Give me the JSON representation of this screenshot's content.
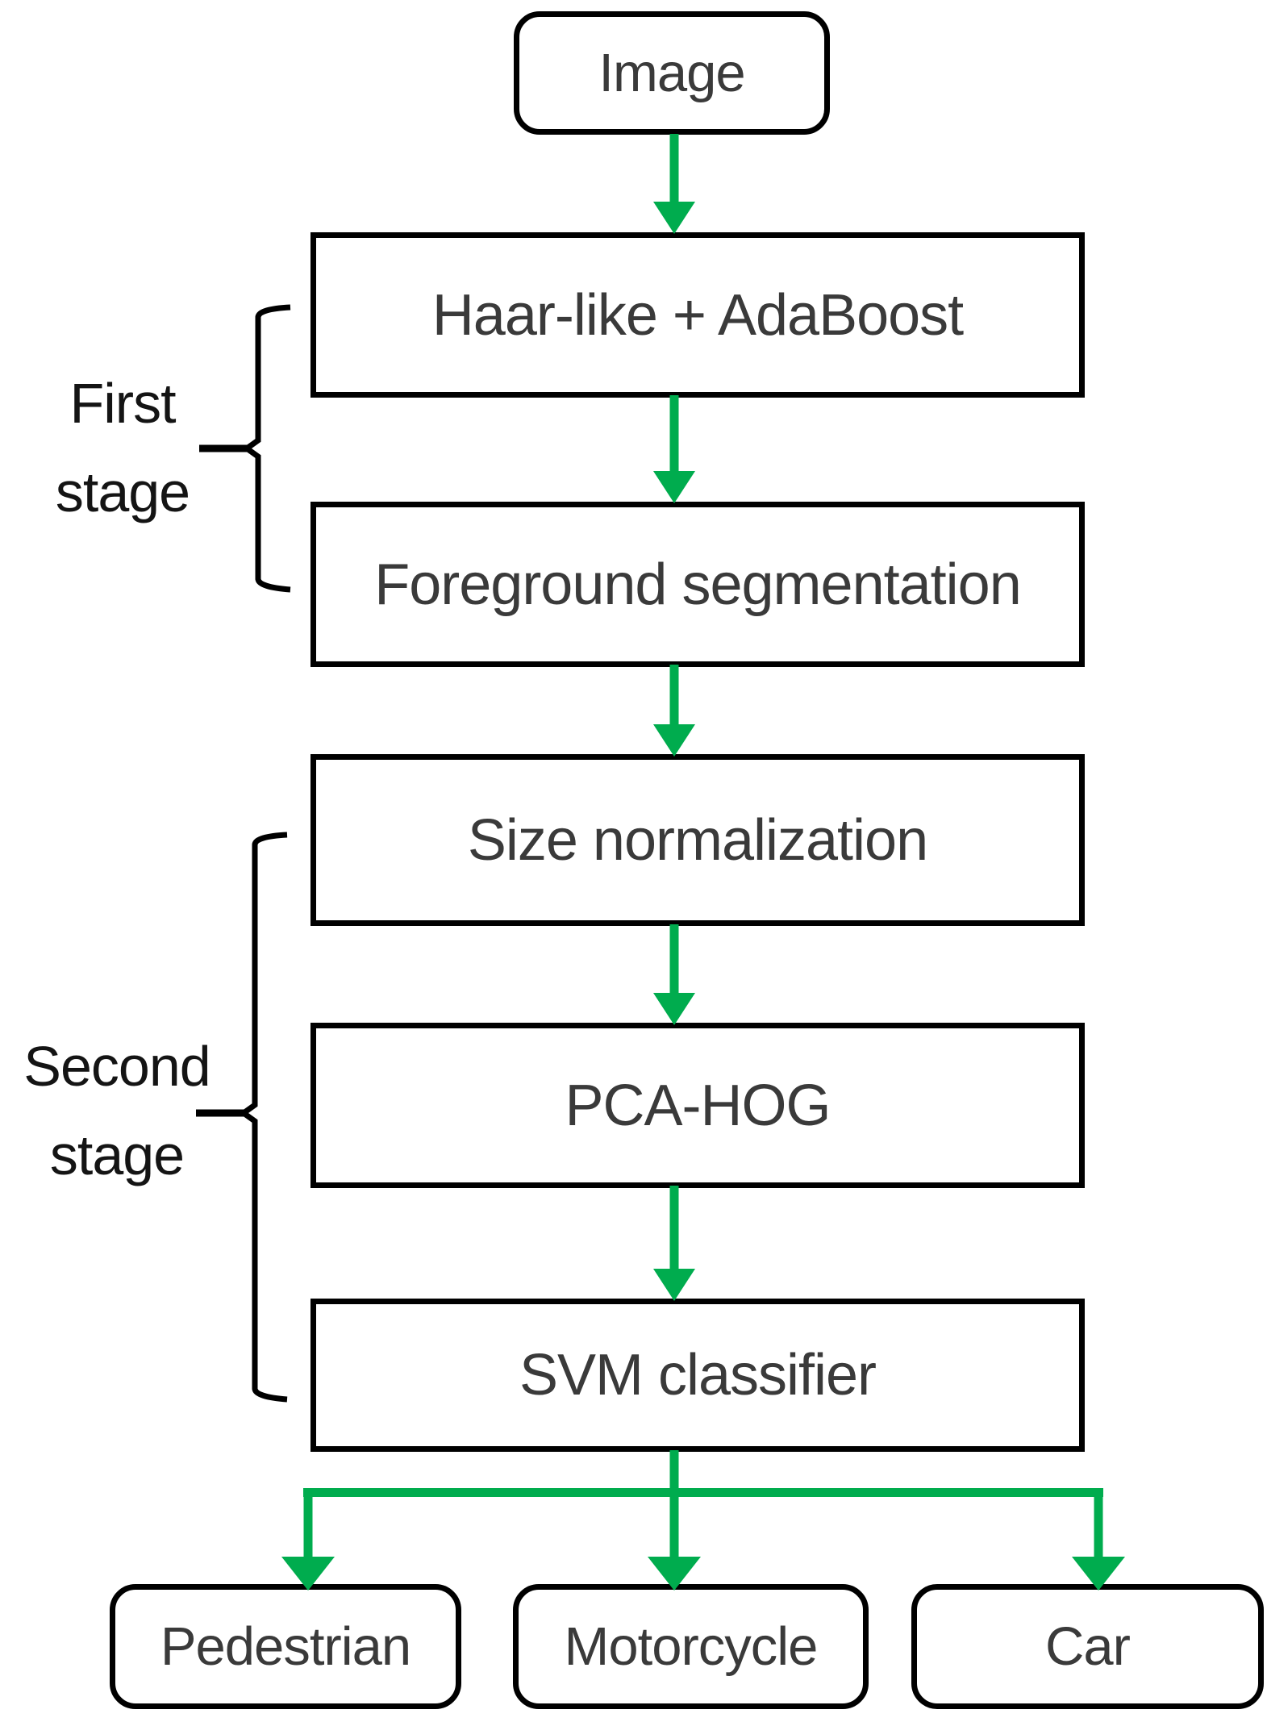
{
  "colors": {
    "arrow_green": "#00AC4E",
    "line_black": "#000000",
    "box_text": "#3a3a3a",
    "stage_text": "#141414"
  },
  "flow": {
    "input": {
      "label": "Image"
    },
    "stages": [
      {
        "label": "First\nstage",
        "steps": [
          "Haar-like + AdaBoost",
          "Foreground segmentation"
        ]
      },
      {
        "label": "Second\nstage",
        "steps": [
          "Size normalization",
          "PCA-HOG",
          "SVM classifier"
        ]
      }
    ],
    "outputs": [
      "Pedestrian",
      "Motorcycle",
      "Car"
    ]
  }
}
